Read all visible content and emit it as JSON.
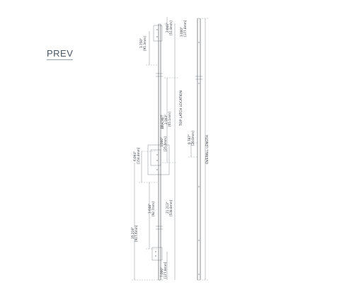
{
  "nav": {
    "prev_label": "PREV"
  },
  "drawing": {
    "dims": {
      "d_2041": "2.041\"",
      "d_2041_mm": "[51.8mm]",
      "d_3000_top": "3.000\"",
      "d_3000_top_mm": "[177.8mm]",
      "d_3750": "3.750\"",
      "d_3750_mm": "[95.3mm]",
      "d_bracket": "BRACKET",
      "d_2563": "2.563\"",
      "d_2563_mm": "[65.1mm]",
      "d_1000": "1.000\"",
      "d_1000_mm": "[25.4mm]",
      "d_6094": "6.094\"",
      "d_6094_mm": "[154.8mm]",
      "d_0787": "0.787\"",
      "d_0787_mm": "[20.0mm]",
      "d_3648": "3.648\"",
      "d_3648_mm": "[92.7mm]",
      "d_21213": "21.213\"",
      "d_21213_mm": "[538.8mm]",
      "d_35219": "35.219\"",
      "d_35219_mm": "[917.6mm]",
      "d_7000": "7.000\"",
      "d_7000_mm": "[177.8mm]"
    },
    "labels": {
      "top_latch": "TOP LATCH LOCATION",
      "overall": "OVERALL LENGTH"
    }
  }
}
